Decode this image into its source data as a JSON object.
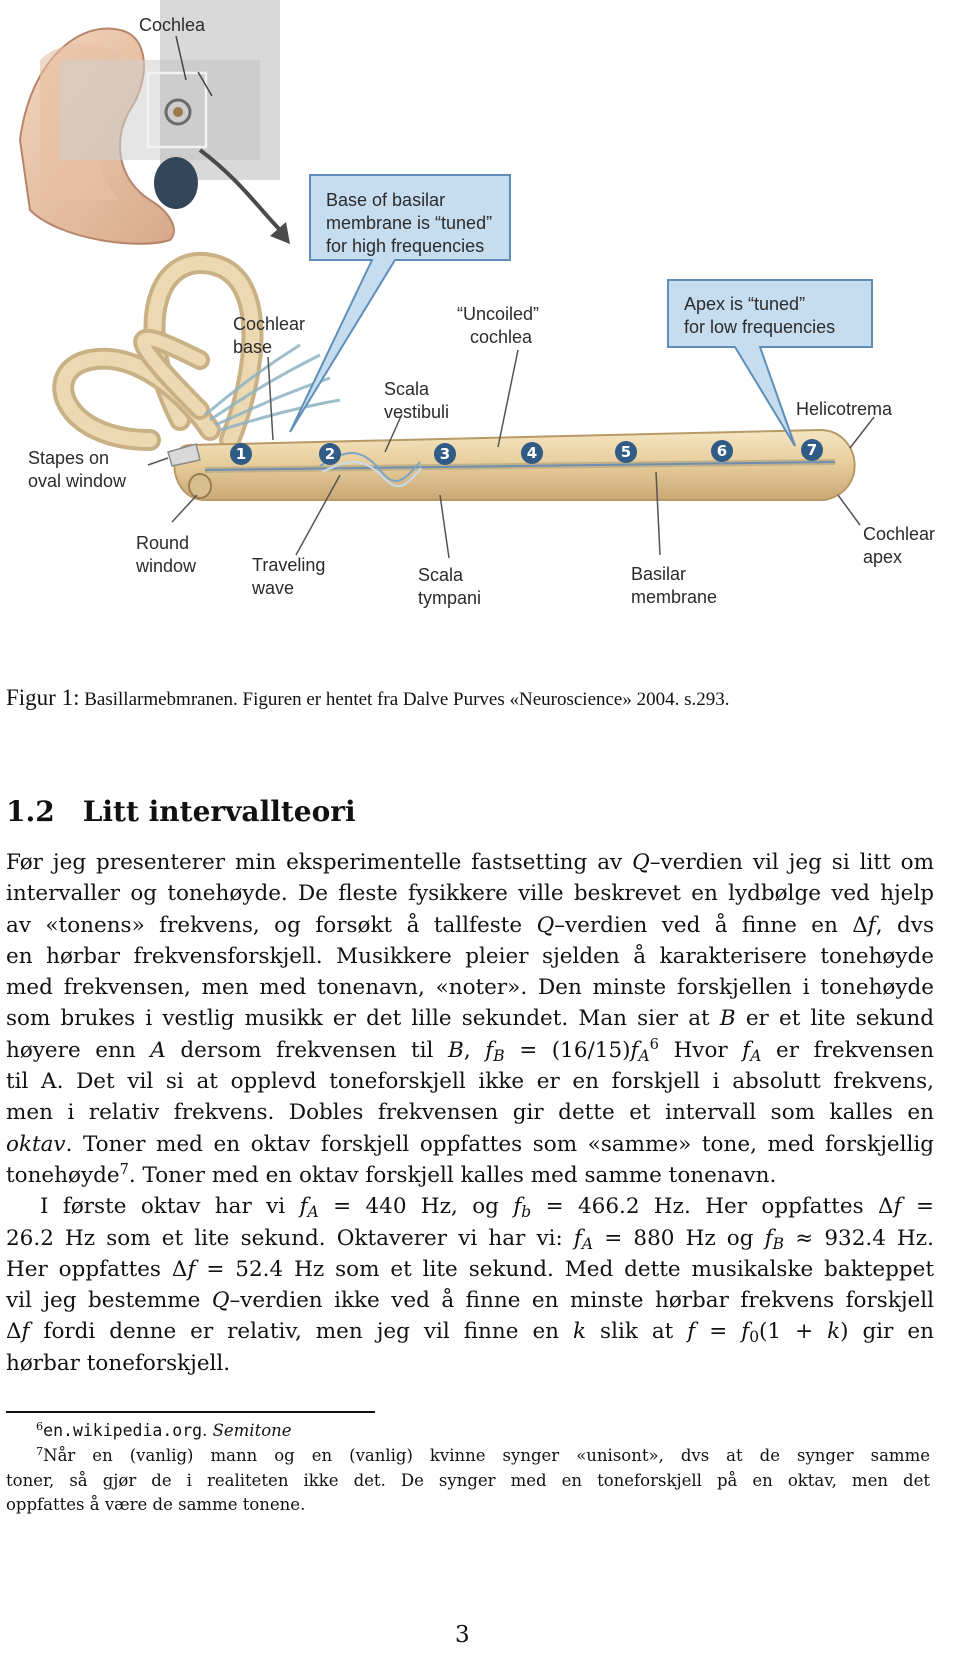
{
  "figure": {
    "labels": {
      "cochlea": "Cochlea",
      "callout_base": [
        "Base of basilar",
        "membrane is “tuned”",
        "for high frequencies"
      ],
      "cochlear_base": [
        "Cochlear",
        "base"
      ],
      "uncoiled": [
        "“Uncoiled”",
        "cochlea"
      ],
      "callout_apex": [
        "Apex is “tuned”",
        "for low frequencies"
      ],
      "scala_vestibuli": [
        "Scala",
        "vestibuli"
      ],
      "helicotrema": "Helicotrema",
      "stapes": [
        "Stapes on",
        "oval window"
      ],
      "round_window": [
        "Round",
        "window"
      ],
      "traveling_wave": [
        "Traveling",
        "wave"
      ],
      "scala_tympani": [
        "Scala",
        "tympani"
      ],
      "basilar_membrane": [
        "Basilar",
        "membrane"
      ],
      "cochlear_apex": [
        "Cochlear",
        "apex"
      ],
      "numbers": [
        "1",
        "2",
        "3",
        "4",
        "5",
        "6",
        "7"
      ]
    },
    "colors": {
      "tube": "#e9d3a8",
      "tube_edge": "#b89a66",
      "callout_bg": "#c6dcef",
      "callout_border": "#5f8fb8",
      "marker": "#2f5b86",
      "pointer": "#555555"
    }
  },
  "caption": {
    "lead": "Figur 1:",
    "text": "Basillarmebmranen. Figuren er hentet fra Dalve Purves «Neuroscience» 2004. s.293."
  },
  "section": {
    "number": "1.2",
    "title": "Litt intervallteori"
  },
  "paragraph": {
    "l1": "Før jeg presenterer min eksperimentelle fastsetting av",
    "Q": "Q",
    "l1b": "–verdien vil jeg si litt om",
    "l2": "intervaller og tonehøyde. De fleste fysikkere ville beskrevet en lydbølge ved hjelp",
    "l3a": "av «tonens» frekvens, og forsøkt å tallfeste",
    "l3b": "–verdien ved å finne en",
    "delta": "Δ",
    "f": "f",
    "l3c": ", dvs",
    "l4": "en hørbar frekvensforskjell. Musikkere pleier sjelden å karakterisere tonehøyde",
    "l5": "med frekvensen, men med tonenavn, «noter». Den minste forskjellen i tonehøyde",
    "l6a": "som brukes i vestlig musikk er det lille sekundet. Man sier at",
    "B": "B",
    "l6b": "er et lite sekund",
    "l7a": "høyere enn",
    "A": "A",
    "l7b": "dersom frekvensen til",
    "l7c": ",",
    "l7d": "= (16/15)",
    "fn6": "6",
    "l7e": "Hvor",
    "l7f": "er frekvensen",
    "l8": "til A. Det vil si at opplevd toneforskjell ikke er en forskjell i absolutt frekvens,",
    "l9": "men i relativ frekvens. Dobles frekvensen gir dette et intervall som kalles en",
    "l10a": "oktav",
    "l10b": ". Toner med en oktav forskjell oppfattes som «samme» tone, med forskjellig",
    "l11a": "tonehøyde",
    "fn7": "7",
    "l11b": ". Toner med en oktav forskjell kalles med samme tonenavn.",
    "l12a": "I første oktav har vi",
    "l12b": "= 440 Hz, og",
    "b": "b",
    "l12c": "= 466.2 Hz. Her oppfattes",
    "l12d": "=",
    "l13a": "26.2 Hz som et lite sekund. Oktaverer vi har vi:",
    "l13b": "= 880 Hz og",
    "l13c": "≈ 932.4 Hz.",
    "l14a": "Her oppfattes",
    "l14b": "= 52.4 Hz som et lite sekund. Med dette musikalske bakteppet",
    "l15a": "vil jeg bestemme",
    "l15b": "–verdien ikke ved å finne en minste hørbar frekvens forskjell",
    "l16a": "fordi denne er relativ, men jeg vil finne en",
    "k": "k",
    "l16b": "slik at",
    "l16c": "=",
    "sub0": "0",
    "l16d": "(1 +",
    "l16e": ") gir en",
    "l17": "hørbar toneforskjell."
  },
  "footnotes": {
    "fn6_mark": "6",
    "fn6_url": "en.wikipedia.org",
    "fn6_sep": ".",
    "fn6_title": "Semitone",
    "fn7_mark": "7",
    "fn7_l1": "Når en (vanlig) mann og en (vanlig) kvinne synger «unisont», dvs at de synger samme",
    "fn7_l2": "toner, så gjør de i realiteten ikke det. De synger med en toneforskjell på en oktav, men det",
    "fn7_l3": "oppfattes å være de samme tonene."
  },
  "page_number": "3"
}
